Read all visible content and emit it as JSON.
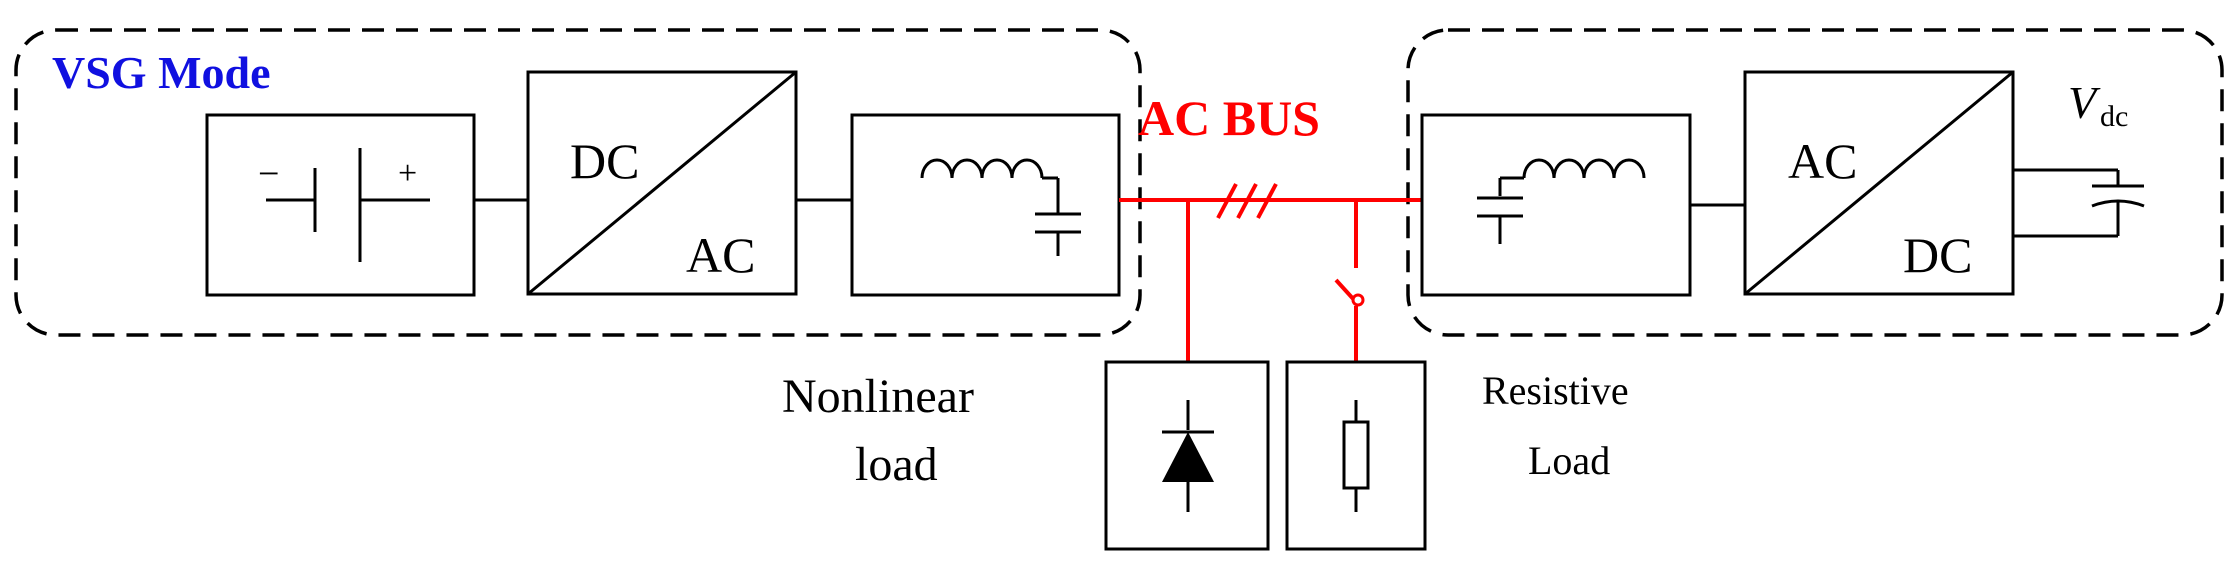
{
  "labels": {
    "mode": "VSG Mode",
    "bus": "AC BUS",
    "inverter_dc": "DC",
    "inverter_ac": "AC",
    "rectifier_ac": "AC",
    "rectifier_dc": "DC",
    "vdc_symbol": "V",
    "vdc_subscript": "dc",
    "battery_minus": "−",
    "battery_plus": "+",
    "nonlinear_load_line1": "Nonlinear",
    "nonlinear_load_line2": "load",
    "resistive_load_line1": "Resistive",
    "resistive_load_line2": "Load"
  },
  "colors": {
    "mode_label": "#1010e0",
    "bus": "#ff0000",
    "line": "#000000"
  }
}
